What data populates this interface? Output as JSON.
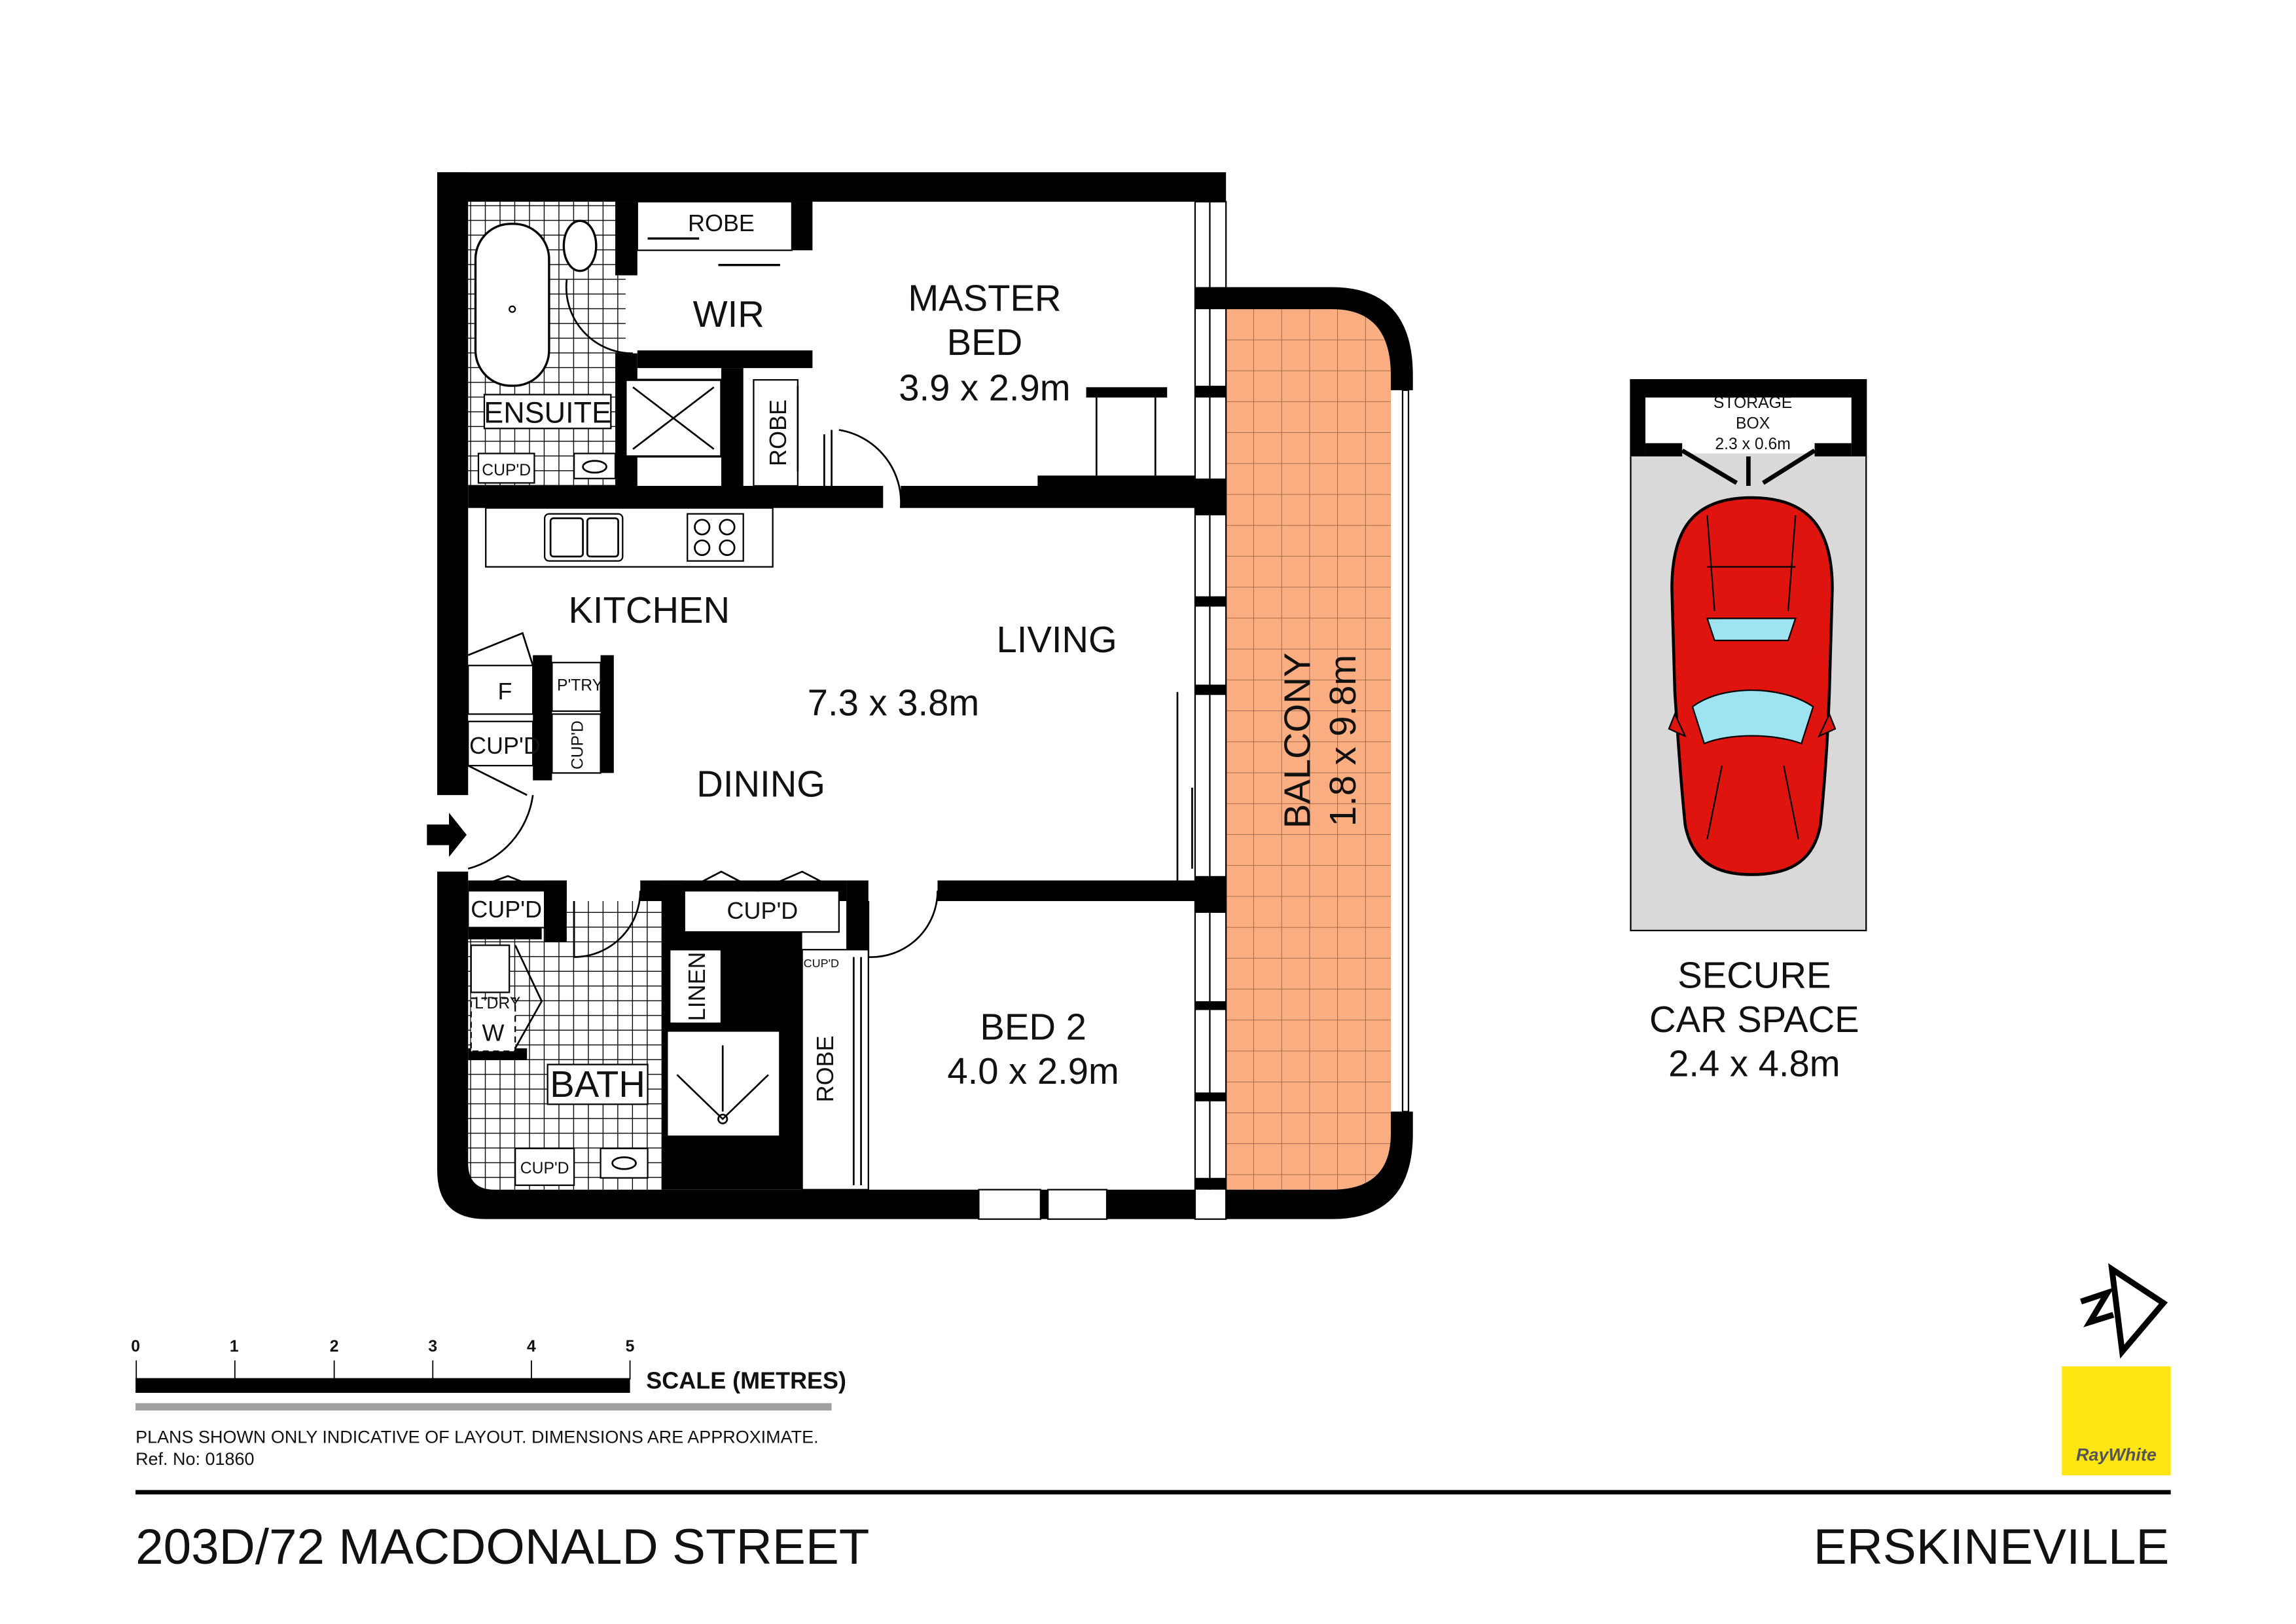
{
  "plan": {
    "rooms": {
      "master_bed": {
        "name_line1": "MASTER",
        "name_line2": "BED",
        "size": "3.9 x 2.9m"
      },
      "wir": "WIR",
      "robe_top": "ROBE",
      "robe_master": "ROBE",
      "ensuite": "ENSUITE",
      "ensuite_cupd": "CUP'D",
      "kitchen": "KITCHEN",
      "living": "LIVING",
      "living_size": "7.3 x 3.8m",
      "dining": "DINING",
      "fridge": "F",
      "pantry": "P'TRY",
      "cupd_left": "CUP'D",
      "cupd_vertical": "CUP'D",
      "cupd_entry": "CUP'D",
      "cupd_hall": "CUP'D",
      "linen": "LINEN",
      "laundry": "L'DRY",
      "washer": "W",
      "bath": "BATH",
      "bath_cupd": "CUP'D",
      "bed2_cupd": "CUP'D",
      "robe_bed2": "ROBE",
      "bed2": {
        "name": "BED 2",
        "size": "4.0 x 2.9m"
      },
      "balcony": {
        "name": "BALCONY",
        "size": "1.8 x 9.8m"
      }
    },
    "car_space": {
      "storage_line1": "STORAGE",
      "storage_line2": "BOX",
      "storage_size": "2.3 x 0.6m",
      "label_line1": "SECURE",
      "label_line2": "CAR SPACE",
      "size": "2.4 x 4.8m"
    },
    "colors": {
      "balcony": "#F9AD80",
      "car": "#E0140F",
      "car_space": "#D9D9D9",
      "brand": "#FFE512"
    }
  },
  "scale": {
    "ticks": [
      "0",
      "1",
      "2",
      "3",
      "4",
      "5"
    ],
    "label": "SCALE (METRES)"
  },
  "disclaimer": "PLANS SHOWN ONLY INDICATIVE OF LAYOUT.  DIMENSIONS ARE APPROXIMATE.",
  "ref": "Ref. No: 01860",
  "footer": {
    "address": "203D/72 MACDONALD STREET",
    "suburb": "ERSKINEVILLE"
  },
  "logo": {
    "brand": "RayWhite",
    "north_icon": "north-arrow-icon"
  }
}
